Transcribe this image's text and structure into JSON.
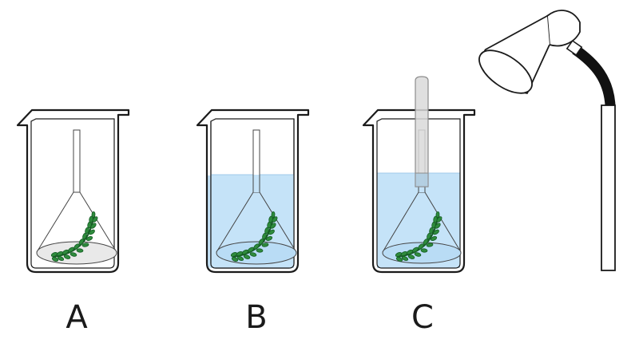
{
  "labels": {
    "a": "A",
    "b": "B",
    "c": "C"
  },
  "colors": {
    "water": "#c5e3f8",
    "water_line": "#9fc9ea",
    "plant_leaf": "#2e8b3c",
    "plant_dark": "#165c25",
    "outline": "#1a1a1a",
    "tube_fill": "#d9d9d9",
    "tube_stroke": "#8c8c8c",
    "lamp_neck": "#111111"
  },
  "icons": {
    "beaker": "beaker-icon",
    "funnel": "inverted-funnel-icon",
    "pondweed": "pondweed-icon",
    "test_tube": "test-tube-icon",
    "lamp": "desk-lamp-icon"
  }
}
